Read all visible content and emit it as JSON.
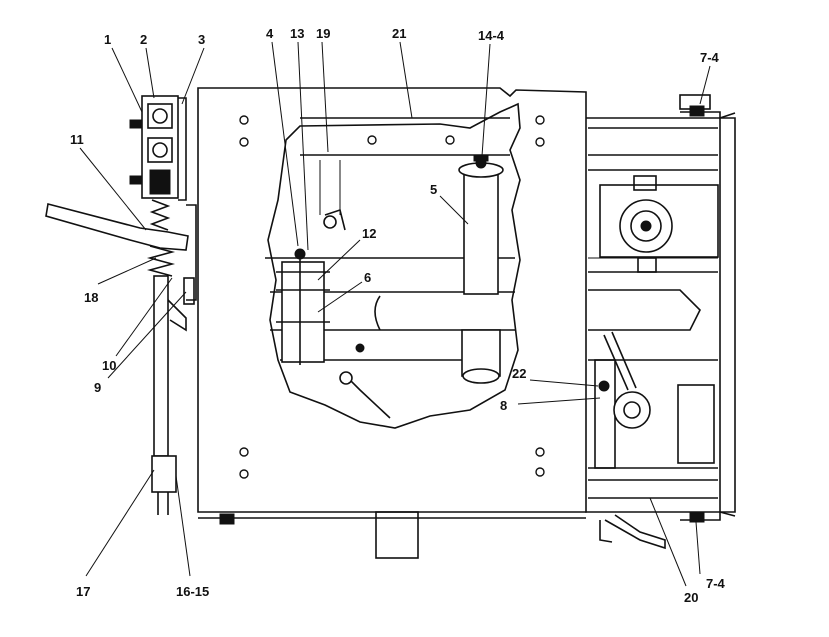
{
  "diagram": {
    "callouts": [
      {
        "id": "c1",
        "text": "1"
      },
      {
        "id": "c2",
        "text": "2"
      },
      {
        "id": "c3",
        "text": "3"
      },
      {
        "id": "c4",
        "text": "4"
      },
      {
        "id": "c13",
        "text": "13"
      },
      {
        "id": "c19",
        "text": "19"
      },
      {
        "id": "c21",
        "text": "21"
      },
      {
        "id": "c14-4",
        "text": "14-4"
      },
      {
        "id": "c7-4-top",
        "text": "7-4"
      },
      {
        "id": "c11",
        "text": "11"
      },
      {
        "id": "c5",
        "text": "5"
      },
      {
        "id": "c12",
        "text": "12"
      },
      {
        "id": "c6",
        "text": "6"
      },
      {
        "id": "c18",
        "text": "18"
      },
      {
        "id": "c10",
        "text": "10"
      },
      {
        "id": "c9",
        "text": "9"
      },
      {
        "id": "c22",
        "text": "22"
      },
      {
        "id": "c8",
        "text": "8"
      },
      {
        "id": "c17",
        "text": "17"
      },
      {
        "id": "c16-15",
        "text": "16-15"
      },
      {
        "id": "c7-4-bottom",
        "text": "7-4"
      },
      {
        "id": "c20",
        "text": "20"
      }
    ]
  }
}
